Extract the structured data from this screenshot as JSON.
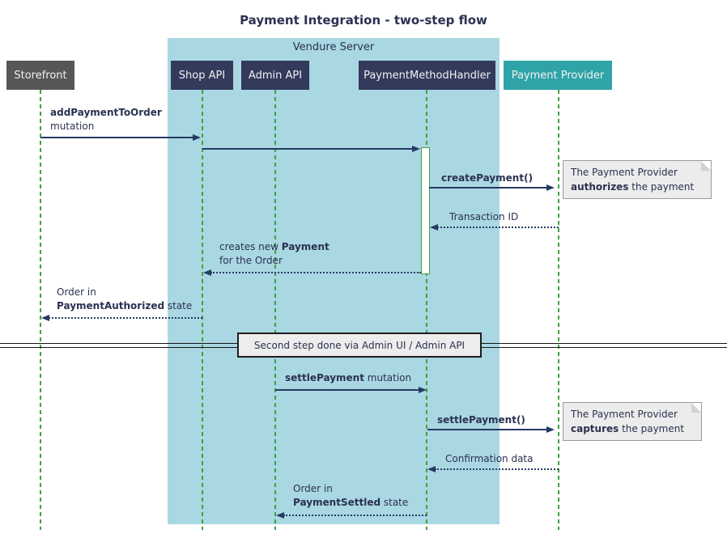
{
  "title": "Payment Integration - two-step flow",
  "container": {
    "label": "Vendure Server"
  },
  "participants": [
    {
      "label": "Storefront"
    },
    {
      "label": "Shop API"
    },
    {
      "label": "Admin API"
    },
    {
      "label": "PaymentMethodHandler"
    },
    {
      "label": "Payment Provider"
    }
  ],
  "messages": {
    "add_payment": {
      "bold": "addPaymentToOrder",
      "line2": "mutation"
    },
    "create_payment": {
      "label": "createPayment()"
    },
    "transaction_id": {
      "label": "Transaction ID"
    },
    "creates_payment": {
      "pre": "creates new ",
      "bold": "Payment",
      "line2": "for the Order"
    },
    "order_authorized": {
      "line1": "Order in",
      "bold": "PaymentAuthorized",
      "post": " state"
    },
    "settle_mutation": {
      "bold": "settlePayment",
      "post": " mutation"
    },
    "settle_payment": {
      "label": "settlePayment()"
    },
    "confirmation": {
      "label": "Confirmation data"
    },
    "order_settled": {
      "line1": "Order in",
      "bold": "PaymentSettled",
      "post": " state"
    }
  },
  "notes": {
    "authorize": {
      "line1": "The Payment Provider",
      "bold": "authorizes",
      "post": " the payment"
    },
    "capture": {
      "line1": "The Payment Provider",
      "bold": "captures",
      "post": " the payment"
    }
  },
  "divider": {
    "label": "Second step done via Admin UI / Admin API"
  },
  "colors": {
    "container_bg": "#a9d7e2",
    "participant_bg": "#333a5c",
    "storefront_bg": "#575757",
    "provider_bg": "#2fa4a8",
    "lifeline": "#3fa23f",
    "arrow": "#253a63",
    "text": "#2b3150",
    "note_bg": "#ececec"
  }
}
